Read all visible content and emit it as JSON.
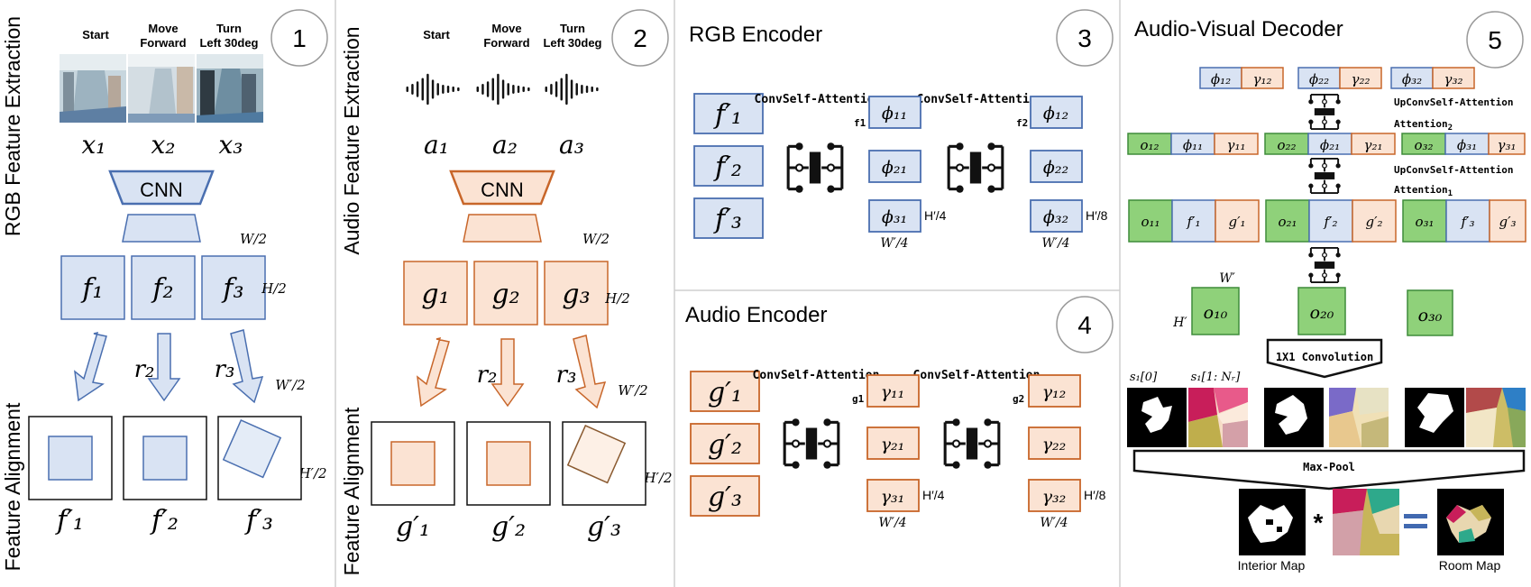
{
  "colors": {
    "blue_fill": "#d9e3f3",
    "blue_stroke": "#4a6fb0",
    "orange_fill": "#fbe3d3",
    "orange_stroke": "#c8662a",
    "green_fill": "#8fd17a",
    "green_stroke": "#3f8c3a",
    "divider": "#cfcfcf"
  },
  "panel1": {
    "number": "1",
    "side_top": "RGB Feature Extraction",
    "side_bottom": "Feature Alignment",
    "actions": [
      "Start",
      "Move Forward",
      "Turn Left 30deg"
    ],
    "inputs": [
      "x₁",
      "x₂",
      "x₃"
    ],
    "encoder": "CNN",
    "features": [
      "f₁",
      "f₂",
      "f₃"
    ],
    "dim_w": "W/2",
    "dim_h": "H/2",
    "rotations": [
      "r₂",
      "r₃"
    ],
    "dim_w2": "W′/2",
    "dim_h2": "H′/2",
    "aligned": [
      "f′₁",
      "f′₂",
      "f′₃"
    ]
  },
  "panel2": {
    "number": "2",
    "side_top": "Audio Feature Extraction",
    "side_bottom": "Feature Alignment",
    "actions": [
      "Start",
      "Move Forward",
      "Turn Left 30deg"
    ],
    "inputs": [
      "a₁",
      "a₂",
      "a₃"
    ],
    "encoder": "CNN",
    "features": [
      "g₁",
      "g₂",
      "g₃"
    ],
    "dim_w": "W/2",
    "dim_h": "H/2",
    "rotations": [
      "r₂",
      "r₃"
    ],
    "dim_w2": "W′/2",
    "dim_h2": "H′/2",
    "aligned": [
      "g′₁",
      "g′₂",
      "g′₃"
    ]
  },
  "panel3": {
    "number": "3",
    "title": "RGB Encoder",
    "inputs": [
      "f′₁",
      "f′₂",
      "f′₃"
    ],
    "attn1": "ConvSelf-Attention",
    "attn1_sub": "f1",
    "attn2": "ConvSelf-Attention",
    "attn2_sub": "f2",
    "level1": [
      "ϕ₁₁",
      "ϕ₂₁",
      "ϕ₃₁"
    ],
    "level2": [
      "ϕ₁₂",
      "ϕ₂₂",
      "ϕ₃₂"
    ],
    "dim1_h": "H′/4",
    "dim1_w": "W′/4",
    "dim2_h": "H′/8",
    "dim2_w": "W′/4"
  },
  "panel4": {
    "number": "4",
    "title": "Audio Encoder",
    "inputs": [
      "g′₁",
      "g′₂",
      "g′₃"
    ],
    "attn1": "ConvSelf-Attention",
    "attn1_sub": "g1",
    "attn2": "ConvSelf-Attention",
    "attn2_sub": "g2",
    "level1": [
      "γ₁₁",
      "γ₂₁",
      "γ₃₁"
    ],
    "level2": [
      "γ₁₂",
      "γ₂₂",
      "γ₃₂"
    ],
    "dim1_h": "H′/4",
    "dim1_w": "W′/4",
    "dim2_h": "H′/8",
    "dim2_w": "W′/4"
  },
  "panel5": {
    "number": "5",
    "title": "Audio-Visual Decoder",
    "row1": [
      [
        "ϕ₁₂",
        "γ₁₂"
      ],
      [
        "ϕ₂₂",
        "γ₂₂"
      ],
      [
        "ϕ₃₂",
        "γ₃₂"
      ]
    ],
    "up2": "UpConvSelf-Attention",
    "up2_sub": "2",
    "row2": [
      [
        "o₁₂",
        "ϕ₁₁",
        "γ₁₁"
      ],
      [
        "o₂₂",
        "ϕ₂₁",
        "γ₂₁"
      ],
      [
        "o₃₂",
        "ϕ₃₁",
        "γ₃₁"
      ]
    ],
    "up1": "UpConvSelf-Attention",
    "up1_sub": "1",
    "row3": [
      [
        "o₁₁",
        "f′₁",
        "g′₁"
      ],
      [
        "o₂₁",
        "f′₂",
        "g′₂"
      ],
      [
        "o₃₁",
        "f′₃",
        "g′₃"
      ]
    ],
    "outputs": [
      "o₁₀",
      "o₂₀",
      "o₃₀"
    ],
    "dim_w": "W′",
    "dim_h": "H′",
    "conv_label": "1X1 Convolution",
    "s_label_a": "s₁[0]",
    "s_label_b": "s₁[1: Nᵣ]",
    "maxpool_label": "Max-Pool",
    "interior_label": "Interior Map",
    "room_label": "Room Map",
    "times_symbol": "*",
    "equals_symbol": "="
  }
}
